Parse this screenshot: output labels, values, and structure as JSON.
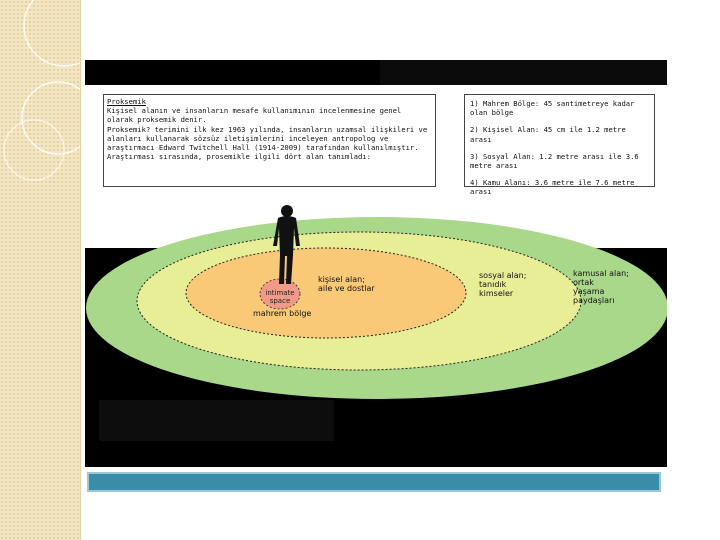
{
  "colors": {
    "sidebar": "#f3e6c4",
    "outer_zone": "#a9d88a",
    "social_zone": "#e8ee96",
    "personal_zone": "#f9c978",
    "intimate_zone": "#f29a88",
    "footer_bar": "#3a8da8"
  },
  "info_box": {
    "title": "Proksemik",
    "lines": [
      "Kişisel alanın ve insanların mesafe kullanımının incelenmesine genel",
      "olarak proksemik denir.",
      "Proksemik? terimini ilk kez 1963 yılında, insanların uzamsal ilişkileri ve",
      "alanları kullanarak sözsüz iletişimlerini inceleyen antropolog ve",
      "araştırmacı Edward Twitchell Hall (1914-2009) tarafından kullanılmıştır.",
      "Araştırması sırasında, prosemikle ilgili dört alan tanımladı:"
    ]
  },
  "zones_box": {
    "items": [
      "1) Mahrem Bölge: 45 santimetreye kadar olan bölge",
      "2) Kişisel Alan: 45 cm ile 1.2 metre arası",
      "3) Sosyal Alan: 1.2 metre arası ile 3.6 metre arası",
      "4) Kamu Alanı: 3.6 metre ile 7.6 metre arası"
    ]
  },
  "diagram": {
    "intimate": "intimate\nspace",
    "mahrem": "mahrem bölge",
    "kisisel": "kişisel alan;\naile ve dostlar",
    "sosyal": "sosyal alan;\ntanıdık\nkimseler",
    "kamusal": "kamusal alan;\nortak\nyaşama\npaydaşları"
  }
}
